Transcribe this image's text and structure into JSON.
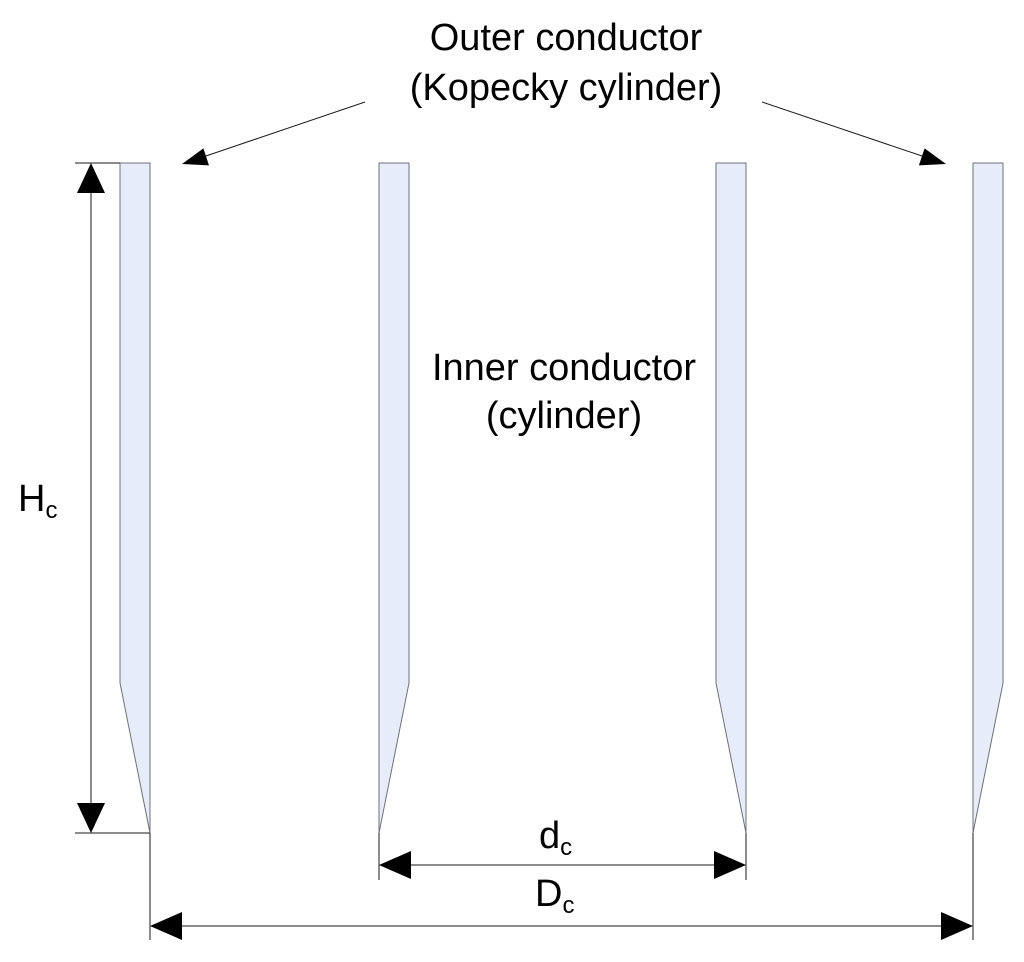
{
  "diagram": {
    "labels": {
      "outer_line1": "Outer conductor",
      "outer_line2": "(Kopecky cylinder)",
      "inner_line1": "Inner conductor",
      "inner_line2": "(cylinder)"
    },
    "dimensions": {
      "height": {
        "symbol": "H",
        "subscript": "c"
      },
      "inner_diameter": {
        "symbol": "d",
        "subscript": "c"
      },
      "outer_diameter": {
        "symbol": "D",
        "subscript": "c"
      }
    },
    "colors": {
      "wall_fill": "#e6edf8",
      "wall_stroke": "#6f6f78",
      "line": "#1a1a1a",
      "arrowhead": "#000000",
      "background": "#ffffff"
    }
  }
}
